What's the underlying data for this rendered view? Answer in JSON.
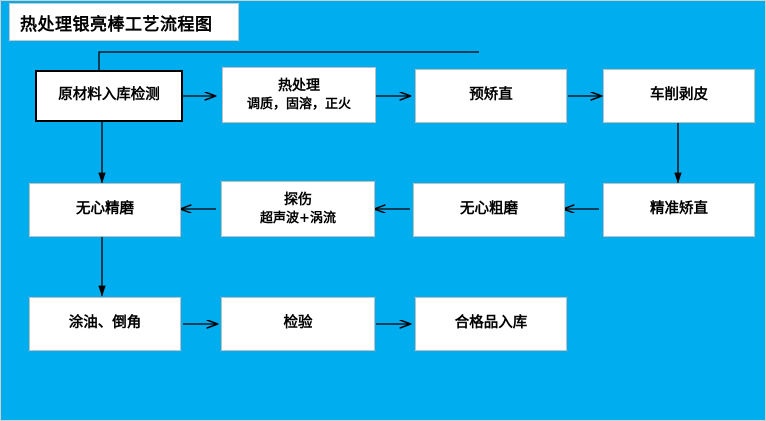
{
  "title": "热处理银亮棒工艺流程图",
  "colors": {
    "background": "#00ADEF",
    "node_fill": "#FFFFFF",
    "node_border": "#BFBFBF",
    "emphasis_border": "#000000",
    "connector": "#000000",
    "title_border": "#C8C8C8"
  },
  "nodes": [
    {
      "id": "raw-material-inspection",
      "label": "原材料入库检测",
      "sublabel": "",
      "row": 1,
      "col": 1,
      "emphasis": true
    },
    {
      "id": "heat-treatment",
      "label": "热处理",
      "sublabel": "调质，固溶，正火",
      "row": 1,
      "col": 2,
      "emphasis": false
    },
    {
      "id": "pre-straightening",
      "label": "预矫直",
      "sublabel": "",
      "row": 1,
      "col": 3,
      "emphasis": false
    },
    {
      "id": "turning-peeling",
      "label": "车削剥皮",
      "sublabel": "",
      "row": 1,
      "col": 4,
      "emphasis": false
    },
    {
      "id": "centerless-fine-grinding",
      "label": "无心精磨",
      "sublabel": "",
      "row": 2,
      "col": 1,
      "emphasis": false
    },
    {
      "id": "flaw-detection",
      "label": "探伤",
      "sublabel": "超声波+涡流",
      "row": 2,
      "col": 2,
      "emphasis": false
    },
    {
      "id": "centerless-rough-grinding",
      "label": "无心粗磨",
      "sublabel": "",
      "row": 2,
      "col": 3,
      "emphasis": false
    },
    {
      "id": "precision-straightening",
      "label": "精准矫直",
      "sublabel": "",
      "row": 2,
      "col": 4,
      "emphasis": false
    },
    {
      "id": "oiling-chamfering",
      "label": "涂油、倒角",
      "sublabel": "",
      "row": 3,
      "col": 1,
      "emphasis": false
    },
    {
      "id": "inspection",
      "label": "检验",
      "sublabel": "",
      "row": 3,
      "col": 2,
      "emphasis": false
    },
    {
      "id": "qualified-product-storage",
      "label": "合格品入库",
      "sublabel": "",
      "row": 3,
      "col": 3,
      "emphasis": false
    }
  ],
  "connectors": [
    {
      "from": "raw-material-inspection",
      "to": "heat-treatment",
      "direction": "right"
    },
    {
      "from": "heat-treatment",
      "to": "pre-straightening",
      "direction": "right"
    },
    {
      "from": "pre-straightening",
      "to": "turning-peeling",
      "direction": "right"
    },
    {
      "from": "turning-peeling",
      "to": "precision-straightening",
      "direction": "down"
    },
    {
      "from": "precision-straightening",
      "to": "centerless-rough-grinding",
      "direction": "left"
    },
    {
      "from": "centerless-rough-grinding",
      "to": "flaw-detection",
      "direction": "left"
    },
    {
      "from": "flaw-detection",
      "to": "centerless-fine-grinding",
      "direction": "left"
    },
    {
      "from": "raw-material-inspection",
      "to": "centerless-fine-grinding",
      "direction": "down"
    },
    {
      "from": "centerless-fine-grinding",
      "to": "oiling-chamfering",
      "direction": "down"
    },
    {
      "from": "oiling-chamfering",
      "to": "inspection",
      "direction": "right"
    },
    {
      "from": "inspection",
      "to": "qualified-product-storage",
      "direction": "right"
    },
    {
      "from": "top-rail",
      "to": "raw-material-inspection",
      "direction": "down-elbow"
    }
  ]
}
